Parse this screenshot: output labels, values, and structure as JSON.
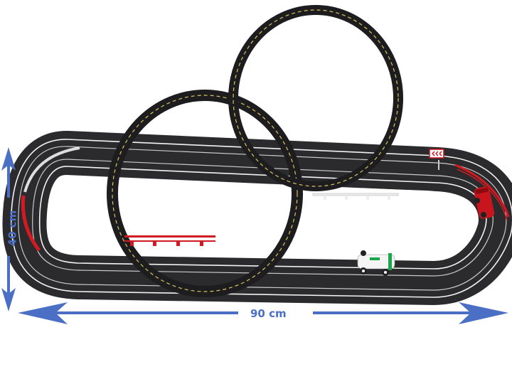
{
  "image": {
    "subject": "slot car racing track set with two vertical loops",
    "background_color": "#ffffff"
  },
  "dimensions": {
    "width_label": "90 cm",
    "height_label": "40 cm",
    "arrow_color": "#4a6fc4"
  },
  "track": {
    "color": "#2b2b2e",
    "lane_line_color": "#f2f2f2",
    "loop_stripe_color": "#d9c35a",
    "loops": 2,
    "lanes": 2
  },
  "cars": [
    {
      "name": "white-green race car",
      "body_color": "#f4f4f4",
      "accent_color": "#1aa64a"
    },
    {
      "name": "red race car",
      "body_color": "#c8141c",
      "accent_color": "#8a0a10"
    }
  ],
  "props": {
    "barrier_red_color": "#d21a22",
    "barrier_white_color": "#eeeeee",
    "chevron_sign_color": "#c8141c"
  }
}
